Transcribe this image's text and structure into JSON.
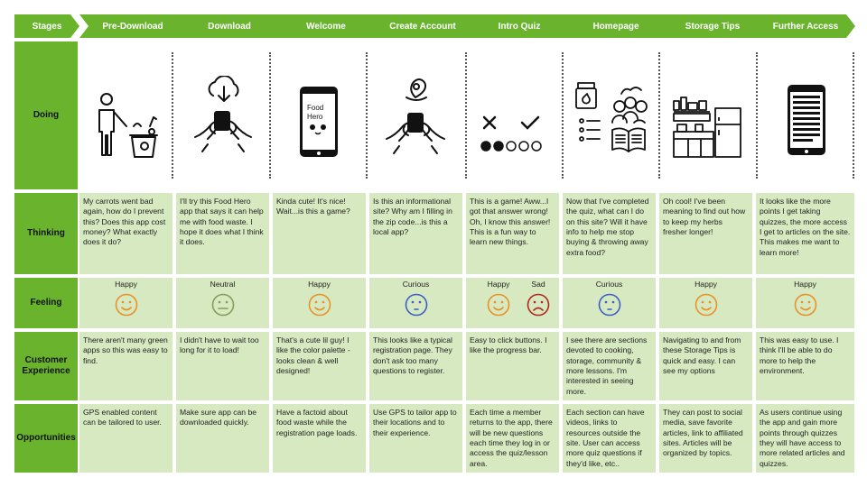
{
  "header": {
    "stages_label": "Stages",
    "stages": [
      "Pre-Download",
      "Download",
      "Welcome",
      "Create Account",
      "Intro Quiz",
      "Homepage",
      "Storage Tips",
      "Further Access"
    ]
  },
  "rows": {
    "doing": "Doing",
    "thinking": "Thinking",
    "feeling": "Feeling",
    "experience": "Customer Experience",
    "opportunities": "Opportunities"
  },
  "doing_icons": [
    "person-discarding-food-icon",
    "phone-download-icon",
    "food-hero-phone-icon",
    "phone-location-icon",
    "quiz-progress-icon",
    "homepage-content-icon",
    "kitchen-storage-icon",
    "phone-article-icon"
  ],
  "phone_screen_text": [
    "Food",
    "Hero"
  ],
  "thinking": [
    "My carrots went bad again, how do I prevent this? Does this app cost money? What exactly does it do?",
    "I'll try this Food Hero app that says it can help me with food waste. I hope it does what I think it does.",
    "Kinda cute! It's nice! Wait...is this a game?",
    "Is this an informational site? Why am I filling in the zip code...is this a local app?",
    "This is a game!  Aww...I got that answer wrong! Oh, I know this answer!  This is a fun way to learn new things.",
    "Now that I've completed the quiz, what can I do on this site? Will it have info to help me stop buying & throwing away extra food?",
    "Oh cool! I've been meaning to find out how to keep my herbs fresher longer!",
    "It looks like the more points I get taking quizzes, the more access I get to articles on the site. This makes me want to learn more!"
  ],
  "feeling": [
    {
      "label": "Happy",
      "mood": "happy",
      "color": "#e8912a"
    },
    {
      "label": "Neutral",
      "mood": "neutral",
      "color": "#8a9a5b"
    },
    {
      "label": "Happy",
      "mood": "happy",
      "color": "#e8912a"
    },
    {
      "label": "Curious",
      "mood": "curious",
      "color": "#3a5fc8"
    },
    {
      "label": "Happy",
      "mood": "happy",
      "color": "#e8912a",
      "label2": "Sad",
      "mood2": "sad",
      "color2": "#b3261e"
    },
    {
      "label": "Curious",
      "mood": "curious",
      "color": "#3a5fc8"
    },
    {
      "label": "Happy",
      "mood": "happy",
      "color": "#e8912a"
    },
    {
      "label": "Happy",
      "mood": "happy",
      "color": "#e8912a"
    }
  ],
  "experience": [
    "There aren't many green apps so this was easy to find.",
    "I didn't have to wait too long for it to load!",
    "That's a cute lil guy! I like the color palette - looks clean & well designed!",
    "This looks like a typical registration page. They don't ask too many questions to register.",
    "Easy to click buttons. I like the progress bar.",
    "I see there are sections devoted to cooking, storage, community & more lessons. I'm interested in seeing more.",
    "Navigating to and from these Storage Tips is quick and easy. I can see my options",
    "This was easy to use.  I think I'll be able to do more to help the environment."
  ],
  "opportunities": [
    "GPS enabled content can be tailored to user.",
    "Make sure app can be downloaded quickly.",
    "Have a factoid about food waste while the registration page loads.",
    "Use GPS to tailor app to their locations and to their experience.",
    "Each time a member returns to the app, there will be new questions each time they log in or access the quiz/lesson area.",
    "Each section can have videos, links to resources outside the site. User can access more quiz questions if they'd like, etc..",
    "They can post to social media, save favorite articles, link to affiliated sites. Articles will be organized by topics.",
    "As users continue using the app and gain more points through quizzes they will have access to more related articles and quizzes."
  ],
  "colors": {
    "accent": "#6ab42d",
    "cell": "#d7e9c0"
  }
}
